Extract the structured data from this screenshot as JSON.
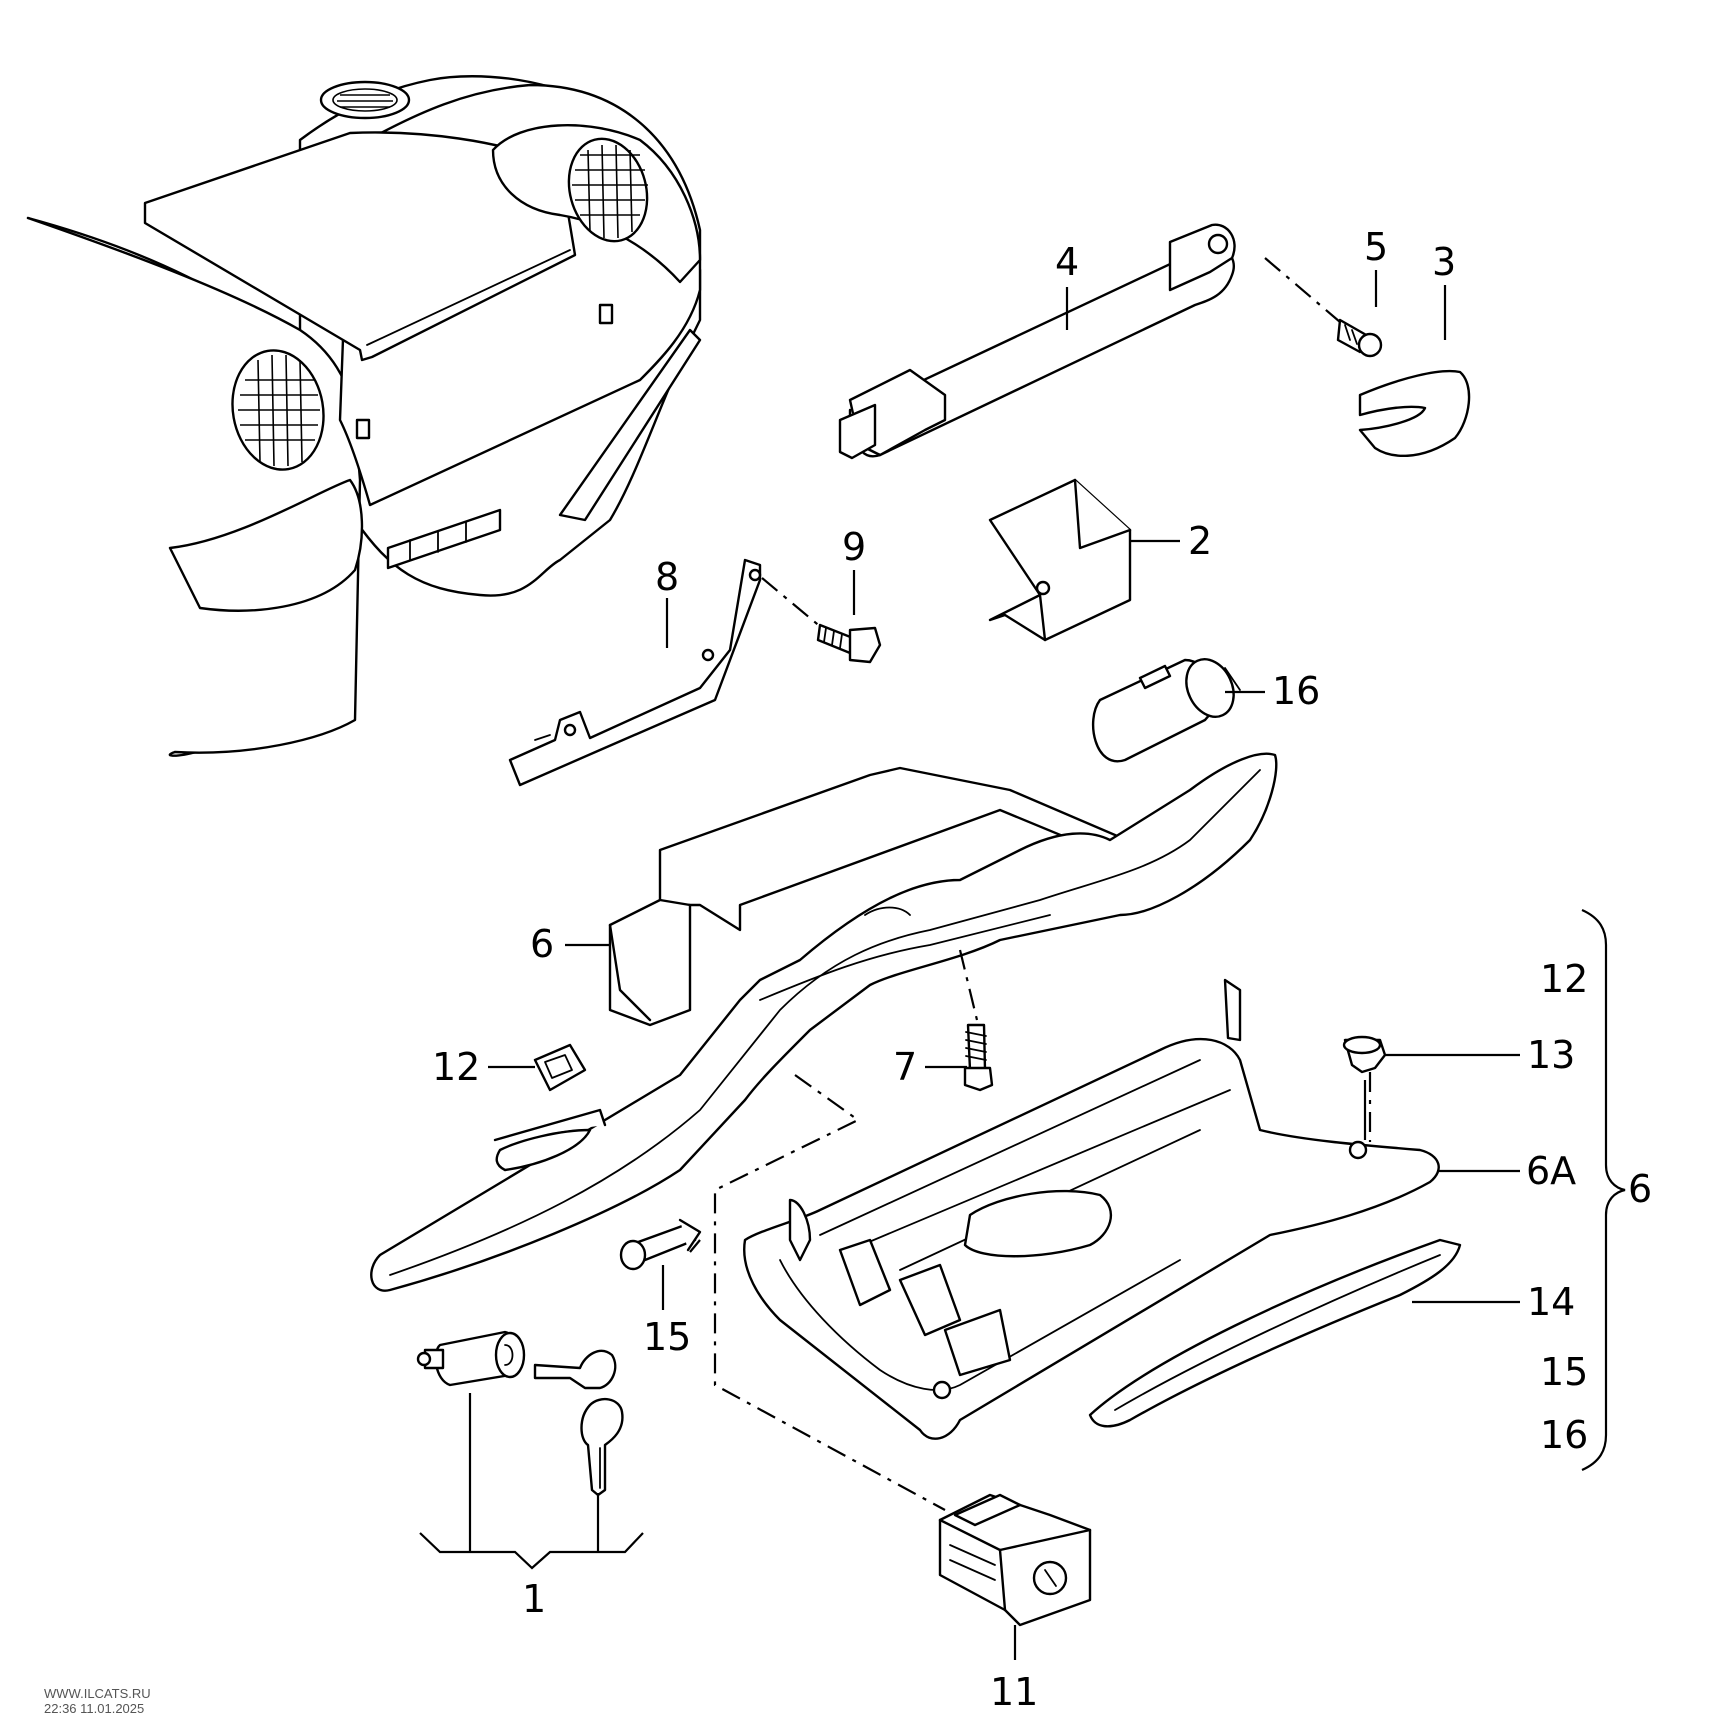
{
  "labels": {
    "l1": "1",
    "l2": "2",
    "l3": "3",
    "l4": "4",
    "l5": "5",
    "l6": "6",
    "l6_brace": "6",
    "l6a": "6A",
    "l7": "7",
    "l8": "8",
    "l9": "9",
    "l11": "11",
    "l12": "12",
    "l12_right": "12",
    "l13": "13",
    "l14": "14",
    "l15": "15",
    "l15_right": "15",
    "l16": "16",
    "l16_right": "16"
  },
  "watermark": {
    "site": "WWW.ILCATS.RU",
    "timestamp": "22:36 11.01.2025"
  }
}
